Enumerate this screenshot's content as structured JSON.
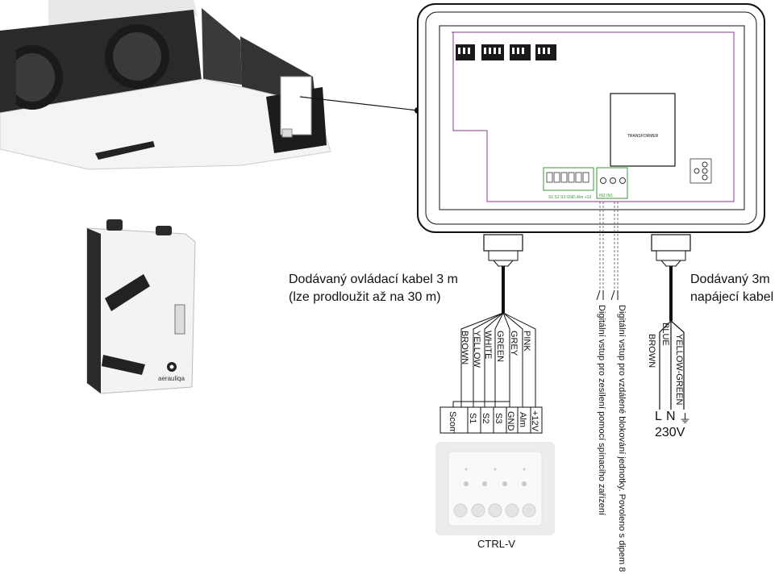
{
  "captions": {
    "control_cable_line1": "Dodávaný ovládací kabel 3 m",
    "control_cable_line2": "(lze prodloužit až na 30 m)",
    "power_cable_line1": "Dodávaný 3m",
    "power_cable_line2": "napájecí kabel",
    "voltage": "230V",
    "controller_name": "CTRL-V"
  },
  "digital_inputs": {
    "input_1": "Digitální vstup pro vzdálené blokování jednotky. Povoleno s dipem 8",
    "input_2": "Digitální vstup pro zesílení pomocí spínacího zařízení"
  },
  "board": {
    "transformer_label": "TRANSFORMER",
    "terminal_labels": "S1  S2  S3 GND Alm +12",
    "relay_labels": "IN2   IN1"
  },
  "control_wires": [
    {
      "color_name": "BROWN",
      "terminal": "Scom"
    },
    {
      "color_name": "YELLOW",
      "terminal": "S1"
    },
    {
      "color_name": "WHITE",
      "terminal": "S2"
    },
    {
      "color_name": "GREEN",
      "terminal": "S3"
    },
    {
      "color_name": "GREY",
      "terminal": "GND"
    },
    {
      "color_name": "PINK",
      "terminal": "Alm"
    },
    {
      "color_name": "",
      "terminal": "+12V"
    }
  ],
  "power_wires": [
    {
      "color_name": "BROWN",
      "terminal": "L"
    },
    {
      "color_name": "BLUE",
      "terminal": "N"
    },
    {
      "color_name": "YELLOW-GREEN",
      "terminal": "⏚"
    }
  ],
  "brand": "aerauliqa",
  "colors": {
    "board_outline": "#8a3a8f",
    "terminal_green": "#3a9a3a",
    "cable": "#111111"
  }
}
